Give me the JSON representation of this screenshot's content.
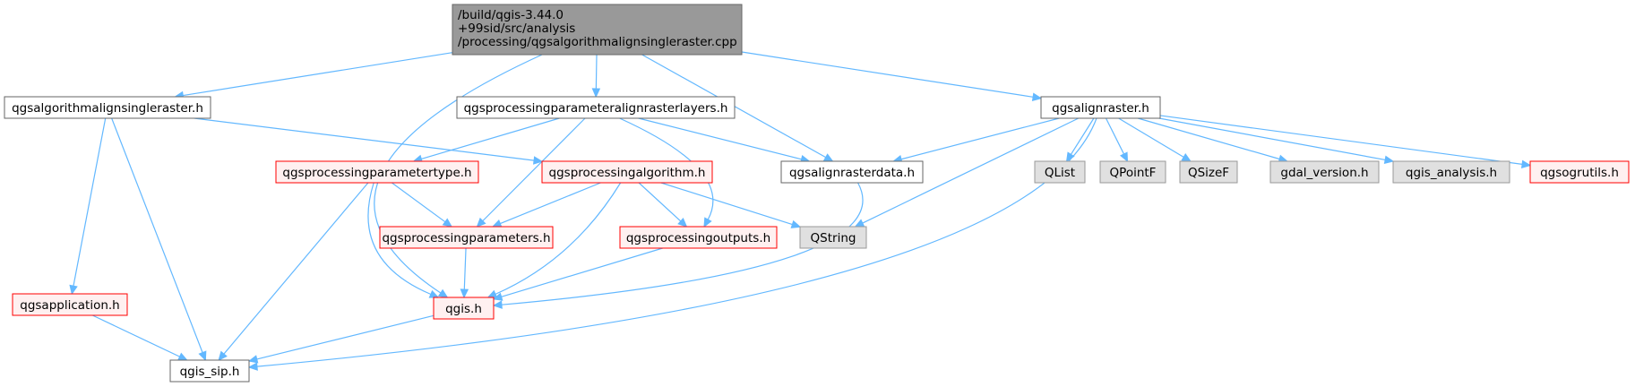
{
  "colors": {
    "edge": "#63b8ff",
    "root_fill": "#999999",
    "root_border": "#666666",
    "node_fill": "#ffffff",
    "node_border": "#666666",
    "external_fill": "#e0e0e0",
    "external_border": "#999999",
    "truncated_fill": "#fff0f0",
    "truncated_border": "#ff0000"
  },
  "nodes": {
    "root": {
      "lines": [
        "/build/qgis-3.44.0",
        "+99sid/src/analysis",
        "/processing/qgsalgorithmalignsingleraster.cpp"
      ],
      "style": "root"
    },
    "alignsingleraster_h": {
      "lines": [
        "qgsalgorithmalignsingleraster.h"
      ],
      "style": "normal"
    },
    "paramalignrasterlayers_h": {
      "lines": [
        "qgsprocessingparameteralignrasterlayers.h"
      ],
      "style": "normal"
    },
    "alignraster_h": {
      "lines": [
        "qgsalignraster.h"
      ],
      "style": "normal"
    },
    "paramtype_h": {
      "lines": [
        "qgsprocessingparametertype.h"
      ],
      "style": "truncated"
    },
    "procalgorithm_h": {
      "lines": [
        "qgsprocessingalgorithm.h"
      ],
      "style": "truncated"
    },
    "alignrasterdata_h": {
      "lines": [
        "qgsalignrasterdata.h"
      ],
      "style": "normal"
    },
    "qlist": {
      "lines": [
        "QList"
      ],
      "style": "external"
    },
    "qpointf": {
      "lines": [
        "QPointF"
      ],
      "style": "external"
    },
    "qsizef": {
      "lines": [
        "QSizeF"
      ],
      "style": "external"
    },
    "gdal_version_h": {
      "lines": [
        "gdal_version.h"
      ],
      "style": "external"
    },
    "qgis_analysis_h": {
      "lines": [
        "qgis_analysis.h"
      ],
      "style": "external"
    },
    "qgsogrutils_h": {
      "lines": [
        "qgsogrutils.h"
      ],
      "style": "truncated"
    },
    "procparameters_h": {
      "lines": [
        "qgsprocessingparameters.h"
      ],
      "style": "truncated"
    },
    "procoutputs_h": {
      "lines": [
        "qgsprocessingoutputs.h"
      ],
      "style": "truncated"
    },
    "qstring": {
      "lines": [
        "QString"
      ],
      "style": "external"
    },
    "qgsapplication_h": {
      "lines": [
        "qgsapplication.h"
      ],
      "style": "truncated"
    },
    "qgis_h": {
      "lines": [
        "qgis.h"
      ],
      "style": "truncated"
    },
    "qgis_sip_h": {
      "lines": [
        "qgis_sip.h"
      ],
      "style": "normal"
    }
  }
}
